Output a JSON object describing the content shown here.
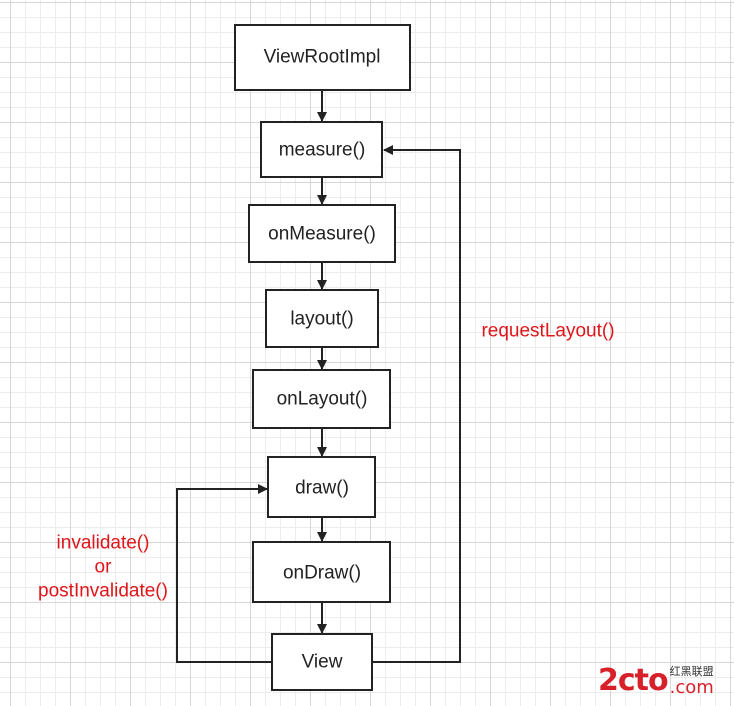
{
  "nodes": {
    "viewrootimpl": "ViewRootImpl",
    "measure": "measure()",
    "onmeasure": "onMeasure()",
    "layout": "layout()",
    "onlayout": "onLayout()",
    "draw": "draw()",
    "ondraw": "onDraw()",
    "view": "View"
  },
  "edges": {
    "request_layout": "requestLayout()",
    "invalidate": "invalidate()",
    "or": "or",
    "post_invalidate": "postInvalidate()"
  },
  "watermark": {
    "main": "2cto",
    "suffix": ".com",
    "cn": "红黑联盟"
  },
  "colors": {
    "label_red": "#e0151a",
    "stroke": "#222222"
  }
}
